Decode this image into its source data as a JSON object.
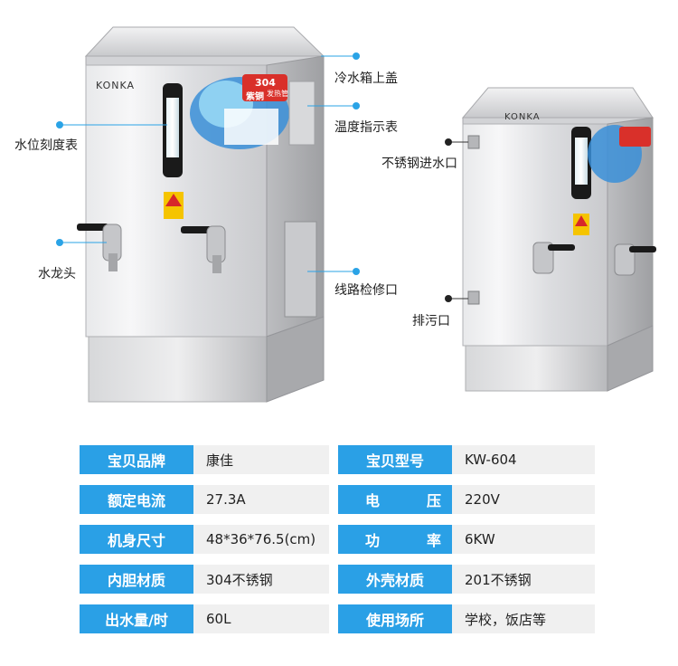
{
  "brand_logo": "KONKA",
  "sticker": {
    "line1": "304",
    "line2": "紫铜",
    "line3": "发热管"
  },
  "callouts": {
    "cold_water_lid": "冷水箱上盖",
    "temperature_gauge": "温度指示表",
    "water_level_gauge": "水位刻度表",
    "faucet": "水龙头",
    "wiring_panel": "线路检修口",
    "inlet": "不锈钢进水口",
    "drain": "排污口"
  },
  "specs": [
    {
      "label_a": "宝贝品牌",
      "value_a": "康佳",
      "label_b": "宝贝型号",
      "value_b": "KW-604"
    },
    {
      "label_a": "额定电流",
      "value_a": "27.3A",
      "label_b": "电　压",
      "value_b": "220V"
    },
    {
      "label_a": "机身尺寸",
      "value_a": "48*36*76.5(cm)",
      "label_b": "功　率",
      "value_b": "6KW"
    },
    {
      "label_a": "内胆材质",
      "value_a": "304不锈钢",
      "label_b": "外壳材质",
      "value_b": "201不锈钢"
    },
    {
      "label_a": "出水量/时",
      "value_a": "60L",
      "label_b": "使用场所",
      "value_b": "学校，饭店等"
    }
  ],
  "colors": {
    "accent": "#2aa0e6",
    "value_bg": "#f0f0f0"
  }
}
